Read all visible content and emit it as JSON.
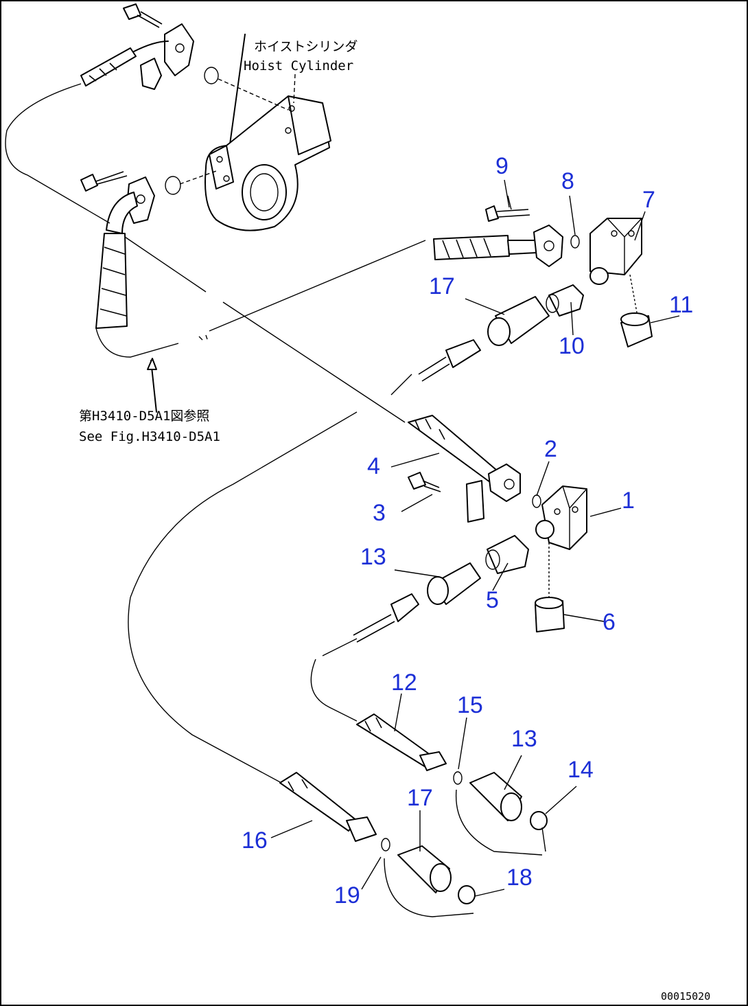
{
  "notes": {
    "hoist_jp": "ホイストシリンダ",
    "hoist_en": "Hoist Cylinder",
    "ref_jp": "第H3410-D5A1図参照",
    "ref_en": "See Fig.H3410-D5A1"
  },
  "drawing_code": "00015020",
  "callouts": {
    "c1": "1",
    "c2": "2",
    "c3": "3",
    "c4": "4",
    "c5": "5",
    "c6": "6",
    "c7": "7",
    "c8": "8",
    "c9": "9",
    "c10": "10",
    "c11": "11",
    "c12": "12",
    "c13a": "13",
    "c13b": "13",
    "c14": "14",
    "c15": "15",
    "c16": "16",
    "c17a": "17",
    "c17b": "17",
    "c18": "18",
    "c19": "19"
  },
  "colors": {
    "callout": "#1c2fd6",
    "line": "#000000",
    "background": "#ffffff"
  }
}
